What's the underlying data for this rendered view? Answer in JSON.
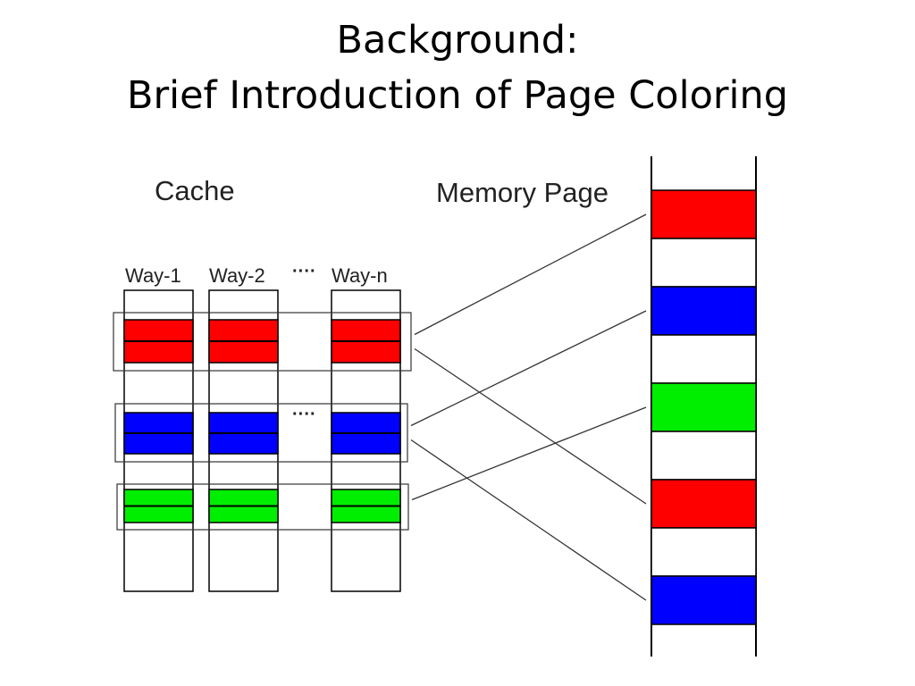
{
  "slide": {
    "title_line1": "Background:",
    "title_line2": "Brief Introduction of Page Coloring"
  },
  "diagram": {
    "cache_label": "Cache",
    "memory_label": "Memory Page",
    "way_labels": [
      "Way-1",
      "Way-2",
      "Way-n"
    ],
    "ellipsis": "····",
    "colors": {
      "red": "#ff0000",
      "blue": "#0000ff",
      "green": "#00ee00",
      "line": "#333333"
    },
    "cache_rows": [
      "red",
      "blue",
      "green"
    ],
    "memory_pages": [
      "red",
      "white",
      "blue",
      "white",
      "green",
      "white",
      "red",
      "white",
      "blue"
    ],
    "mappings": [
      {
        "cache_row": 0,
        "memory_page": 0
      },
      {
        "cache_row": 0,
        "memory_page": 6
      },
      {
        "cache_row": 1,
        "memory_page": 2
      },
      {
        "cache_row": 1,
        "memory_page": 8
      },
      {
        "cache_row": 2,
        "memory_page": 4
      }
    ]
  }
}
